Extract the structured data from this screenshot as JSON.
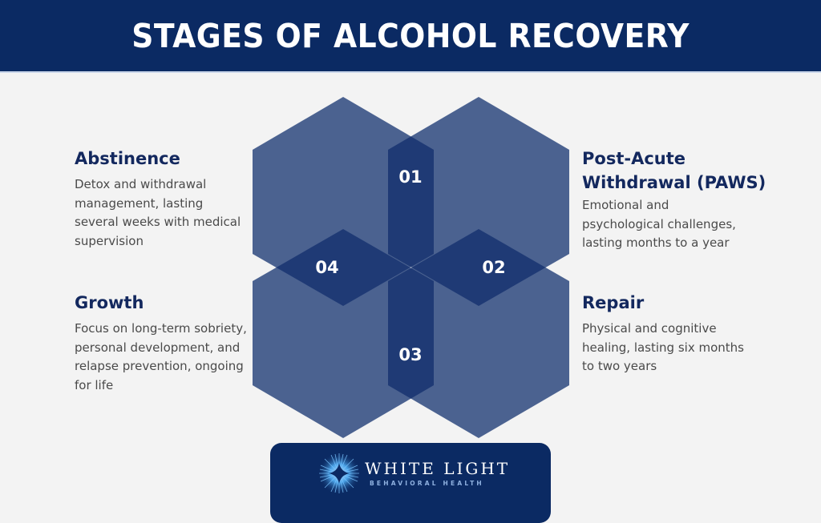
{
  "header": {
    "title": "STAGES OF ALCOHOL RECOVERY"
  },
  "colors": {
    "header_bg": "#0b2a63",
    "hexagon_fill": "#4b6290",
    "overlap_fill": "#1f3a75",
    "title_text": "#13285e",
    "body_text": "#4a4a4a",
    "background": "#f3f3f3"
  },
  "diagram": {
    "numbers": [
      "01",
      "02",
      "03",
      "04"
    ]
  },
  "stages": [
    {
      "number": "01",
      "title": "Abstinence",
      "description": "Detox and withdrawal management, lasting several weeks with medical supervision"
    },
    {
      "number": "02",
      "title": "Post-Acute Withdrawal (PAWS)",
      "description": "Emotional and psychological challenges, lasting months to a year"
    },
    {
      "number": "03",
      "title": "Repair",
      "description": "Physical and cognitive healing, lasting six months to two years"
    },
    {
      "number": "04",
      "title": "Growth",
      "description": "Focus on long-term sobriety, personal development, and relapse prevention, ongoing for life"
    }
  ],
  "logo": {
    "icon": "starburst-icon",
    "name": "WHITE LIGHT",
    "tagline": "BEHAVIORAL HEALTH"
  }
}
